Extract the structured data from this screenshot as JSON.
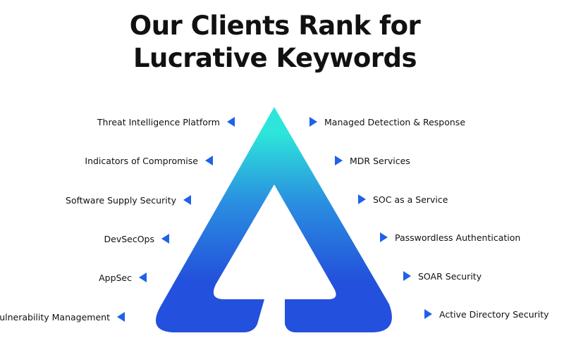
{
  "title_line1": "Our Clients Rank for",
  "title_line2": "Lucrative Keywords",
  "accent_color": "#1e62e8",
  "left_keywords": [
    "Threat Intelligence Platform",
    "Indicators of Compromise",
    "Software Supply Security",
    "DevSecOps",
    "AppSec",
    "Vulnerability Management"
  ],
  "right_keywords": [
    "Managed Detection & Response",
    "MDR Services",
    "SOC as a Service",
    "Passwordless Authentication",
    "SOAR Security",
    "Active Directory Security"
  ]
}
